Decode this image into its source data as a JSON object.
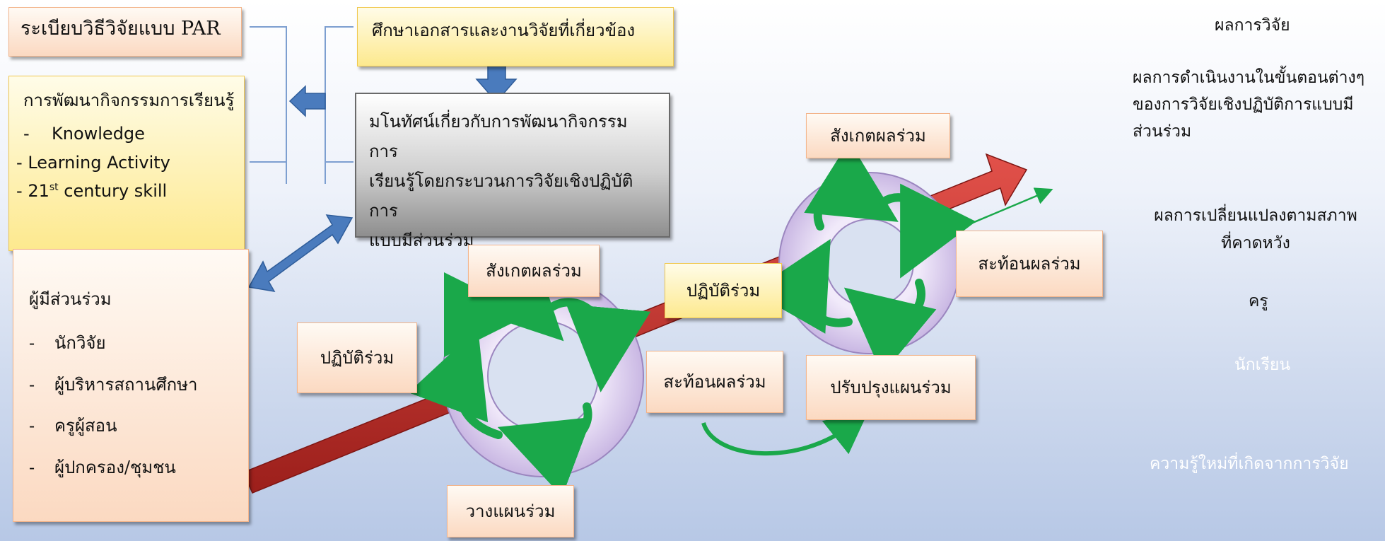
{
  "method_box": {
    "text": "ระเบียบวิธีวิจัยแบบ PAR"
  },
  "documents_box": {
    "text": "ศึกษาเอกสารและงานวิจัยที่เกี่ยวข้อง"
  },
  "concept_box": {
    "lines": [
      "มโนทัศน์เกี่ยวกับการพัฒนากิจกรรมการ",
      "เรียนรู้โดยกระบวนการวิจัยเชิงปฏิบัติการ",
      "แบบมีส่วนร่วม"
    ]
  },
  "learning_box": {
    "title": "การพัฒนากิจกรรมการเรียนรู้",
    "item1": "Knowledge",
    "item2": "Learning Activity",
    "item3_prefix": "21",
    "item3_sup": "st",
    "item3_suffix": "century skill",
    "dash": "-"
  },
  "participants_box": {
    "title": "ผู้มีส่วนร่วม",
    "items": [
      "นักวิจัย",
      "ผู้บริหารสถานศึกษา",
      "ครูผู้สอน",
      "ผู้ปกครอง/ชุมชน"
    ],
    "dash": "-"
  },
  "cycle1": {
    "observe": "สังเกตผลร่วม",
    "act": "ปฏิบัติร่วม",
    "plan": "วางแผนร่วม",
    "reflect": "สะท้อนผลร่วม"
  },
  "cycle2": {
    "observe": "สังเกตผลร่วม",
    "act": "ปฏิบัติร่วม",
    "reflect": "สะท้อนผลร่วม",
    "improve_plan": "ปรับปรุงแผนร่วม"
  },
  "results": {
    "title": "ผลการวิจัย",
    "stage_lines": [
      "ผลการดำเนินงานในขั้นตอนต่างๆ",
      "ของการวิจัยเชิงปฏิบัติการแบบมี",
      "ส่วนร่วม"
    ],
    "change_lines": [
      "ผลการเปลี่ยนแปลงตามสภาพ",
      "ที่คาดหวัง"
    ],
    "teacher": "ครู",
    "student": "นักเรียน",
    "new_knowledge": "ความรู้ใหม่ที่เกิดจากการวิจัย"
  },
  "colors": {
    "red_arrow": "#c0302b",
    "blue_arrow": "#4a7bbd",
    "green_cycle": "#1aa84a",
    "ring": "#ddd0ee"
  }
}
